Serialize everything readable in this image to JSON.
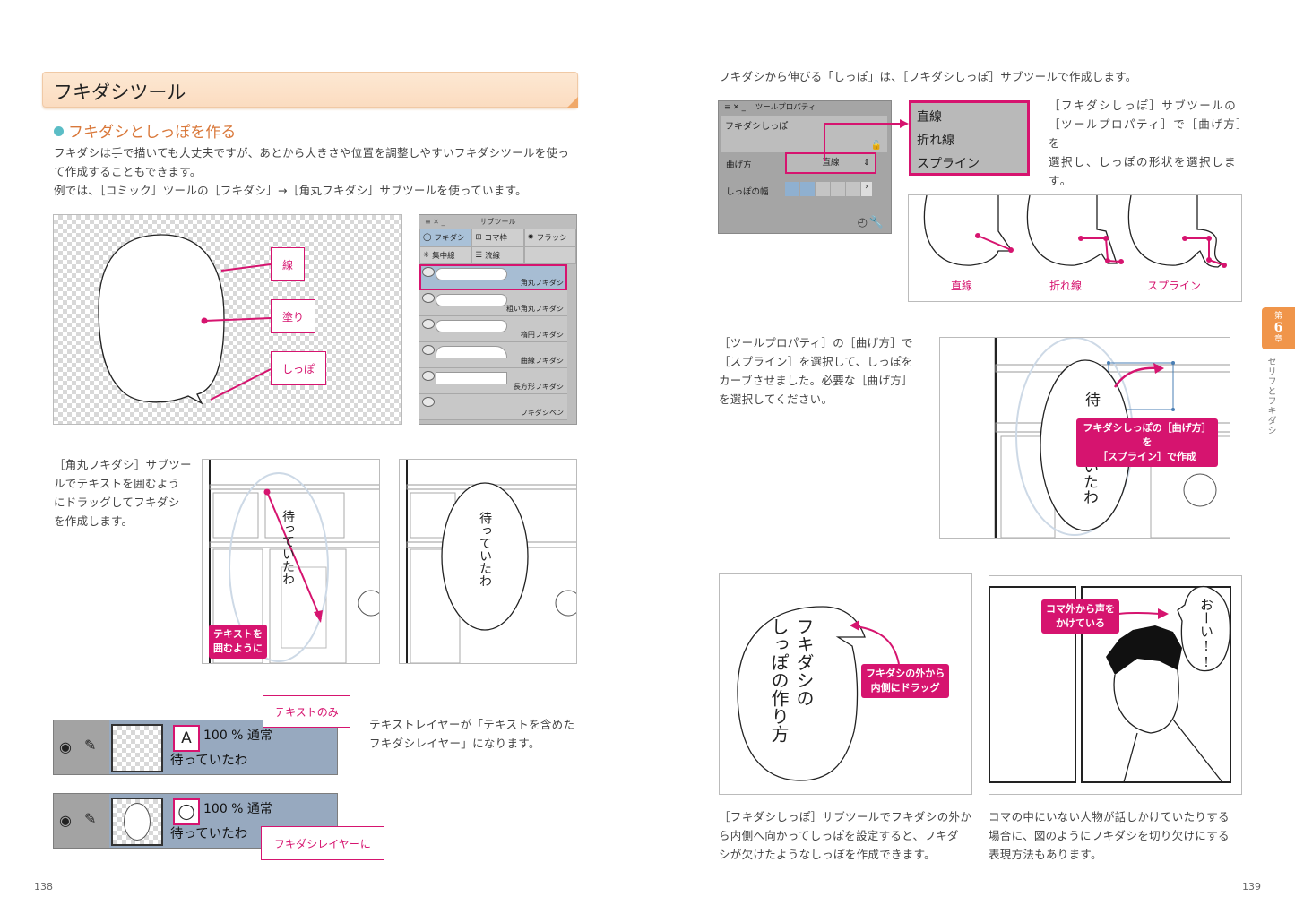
{
  "left_page": {
    "section_title": "フキダシツール",
    "subheading": "フキダシとしっぽを作る",
    "intro_lines": [
      "フキダシは手で描いても大丈夫ですが、あとから大きさや位置を調整しやすいフキダシツールを使っ",
      "て作成することもできます。",
      "例では、［コミック］ツールの［フキダシ］→［角丸フキダシ］サブツールを使っています。"
    ],
    "diagram_labels": {
      "line": "線",
      "fill": "塗り",
      "tail": "しっぽ"
    },
    "subtool_panel": {
      "title": "サブツール",
      "tabs": [
        "フキダシ",
        "コマ枠",
        "フラッシ",
        "集中線",
        "流線"
      ],
      "items": [
        {
          "label": "角丸フキダシ",
          "selected": true
        },
        {
          "label": "粗い角丸フキダシ",
          "selected": false
        },
        {
          "label": "楕円フキダシ",
          "selected": false
        },
        {
          "label": "曲線フキダシ",
          "selected": false
        },
        {
          "label": "長方形フキダシ",
          "selected": false
        },
        {
          "label": "フキダシペン",
          "selected": false
        }
      ]
    },
    "drag_caption_lines": [
      "［角丸フキダシ］サブツー",
      "ルでテキストを囲むよう",
      "にドラッグしてフキダシ",
      "を作成します。"
    ],
    "manga_text": "待っていたわ",
    "drag_tag_lines": [
      "テキストを",
      "囲むように"
    ],
    "layers": [
      {
        "opacity_mode": "100 % 通常",
        "name": "待っていたわ",
        "icon": "text-layer-icon",
        "callout": "テキストのみ"
      },
      {
        "opacity_mode": "100 % 通常",
        "name": "待っていたわ",
        "icon": "balloon-layer-icon",
        "callout": "フキダシレイヤーに"
      }
    ],
    "layer_caption_lines": [
      "テキストレイヤーが「テキストを含めた",
      "フキダシレイヤー」になります。"
    ],
    "page_number": "138"
  },
  "right_page": {
    "intro": "フキダシから伸びる「しっぽ」は、［フキダシしっぽ］サブツールで作成します。",
    "tool_property": {
      "title": "ツールプロパティ",
      "tool_name": "フキダシしっぽ",
      "bend_label": "曲げ方",
      "bend_value": "直線",
      "width_label": "しっぽの幅",
      "width_level": "2 of 5"
    },
    "bend_options": [
      "直線",
      "折れ線",
      "スプライン"
    ],
    "bend_caption_lines": [
      "［フキダシしっぽ］サブツールの",
      "［ツールプロパティ］で［曲げ方］を",
      "選択し、しっぽの形状を選択します。"
    ],
    "tail_examples": [
      "直線",
      "折れ線",
      "スプライン"
    ],
    "spline_caption_lines": [
      "［ツールプロパティ］の［曲げ方］で",
      "［スプライン］を選択して、しっぽを",
      "カーブさせました。必要な［曲げ方］",
      "を選択してください。"
    ],
    "spline_tag_lines": [
      "フキダシしっぽの［曲げ方］を",
      "［スプライン］で作成"
    ],
    "spline_manga_text": [
      "待",
      "い",
      "た",
      "わ"
    ],
    "cut_balloon_text": "フキダシのしっぽの作り方",
    "cut_balloon_lines": [
      "フキダシの",
      "しっぽの作り方"
    ],
    "cut_tag_lines": [
      "フキダシの外から",
      "内側にドラッグ"
    ],
    "offpanel_tag_lines": [
      "コマ外から声を",
      "かけている"
    ],
    "offpanel_balloon_text": "おーい!!",
    "caption_left_lines": [
      "［フキダシしっぽ］サブツールでフキダシの外か",
      "ら内側へ向かってしっぽを設定すると、フキダ",
      "シが欠けたようなしっぽを作成できます。"
    ],
    "caption_right_lines": [
      "コマの中にいない人物が話しかけていたりする",
      "場合に、図のようにフキダシを切り欠けにする",
      "表現方法もあります。"
    ],
    "chapter_tab": {
      "prefix": "第",
      "number": "6",
      "suffix": "章"
    },
    "chapter_name": "セリフとフキダシ",
    "page_number": "139"
  },
  "colors": {
    "accent_pink": "#d6146f",
    "title_orange": "#d9783a",
    "bullet_teal": "#5bbdc6",
    "chapter_tab": "#f0954a"
  }
}
